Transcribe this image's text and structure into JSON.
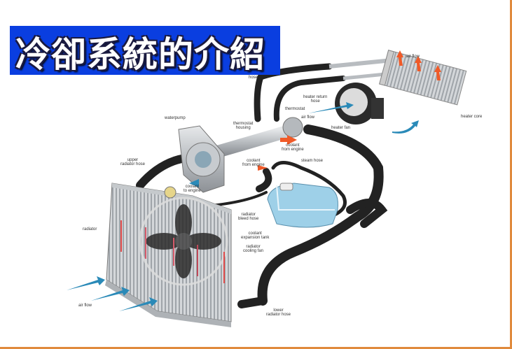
{
  "title": "冷卻系統的介紹",
  "labels": {
    "heater_hose": "hose",
    "air_flow_top": "air flow",
    "heater_return_hose": "heater return\nhose",
    "thermostat": "thermostat",
    "air_flow_fan": "air flow",
    "heater_fan": "heater fan",
    "heater_core": "heater core",
    "waterpump": "waterpump",
    "thermostat_housing": "thermostat\nhousing",
    "coolant_from_engine_1": "coolant\nfrom engine",
    "coolant_from_engine_2": "coolant\nfrom engine",
    "steam_hose": "steam hose",
    "upper_radiator_hose": "upper\nradiator hose",
    "coolant_to_engine": "coolant\nto engine",
    "radiator": "radiator",
    "radiator_bleed_hose": "radiator\nbleed hose",
    "coolant_expansion_tank": "coolant\nexpansion tank",
    "radiator_cooling_fan": "radiator\ncooling fan",
    "lower_radiator_hose": "lower\nradiator hose",
    "air_flow_bottom": "air flow"
  },
  "colors": {
    "title_bg": "#0a3ee0",
    "border": "#e08a3c",
    "hot": "#f05a28",
    "cold": "#2a8ab8"
  }
}
